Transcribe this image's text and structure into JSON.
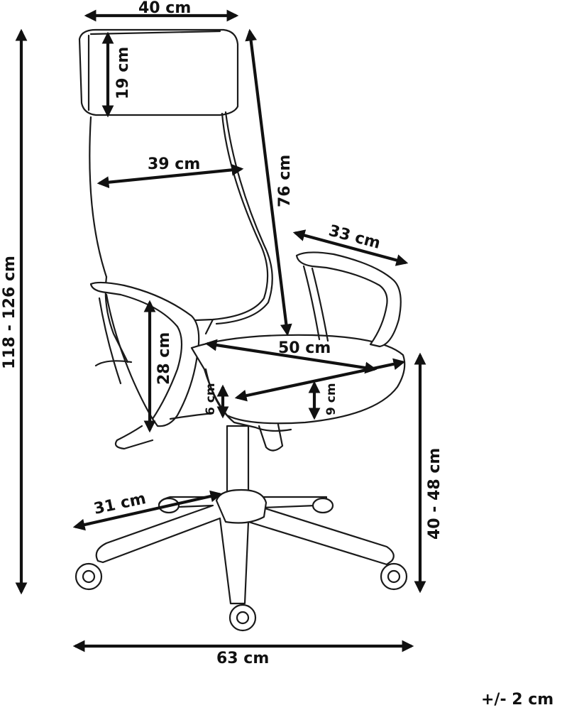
{
  "dimensions": {
    "headrest_width": "40 cm",
    "headrest_height": "19 cm",
    "backrest_width": "39 cm",
    "backrest_height": "76 cm",
    "total_height": "118 - 126 cm",
    "armrest_depth": "33 cm",
    "seat_depth": "50 cm",
    "armrest_height": "28 cm",
    "seat_thickness_front": "6 cm",
    "seat_thickness_back": "9 cm",
    "seat_height": "40 - 48 cm",
    "leg_length": "31 cm",
    "base_width": "63 cm"
  },
  "tolerance": "+/- 2 cm",
  "colors": {
    "line": "#1a1a1a",
    "background": "#ffffff"
  }
}
